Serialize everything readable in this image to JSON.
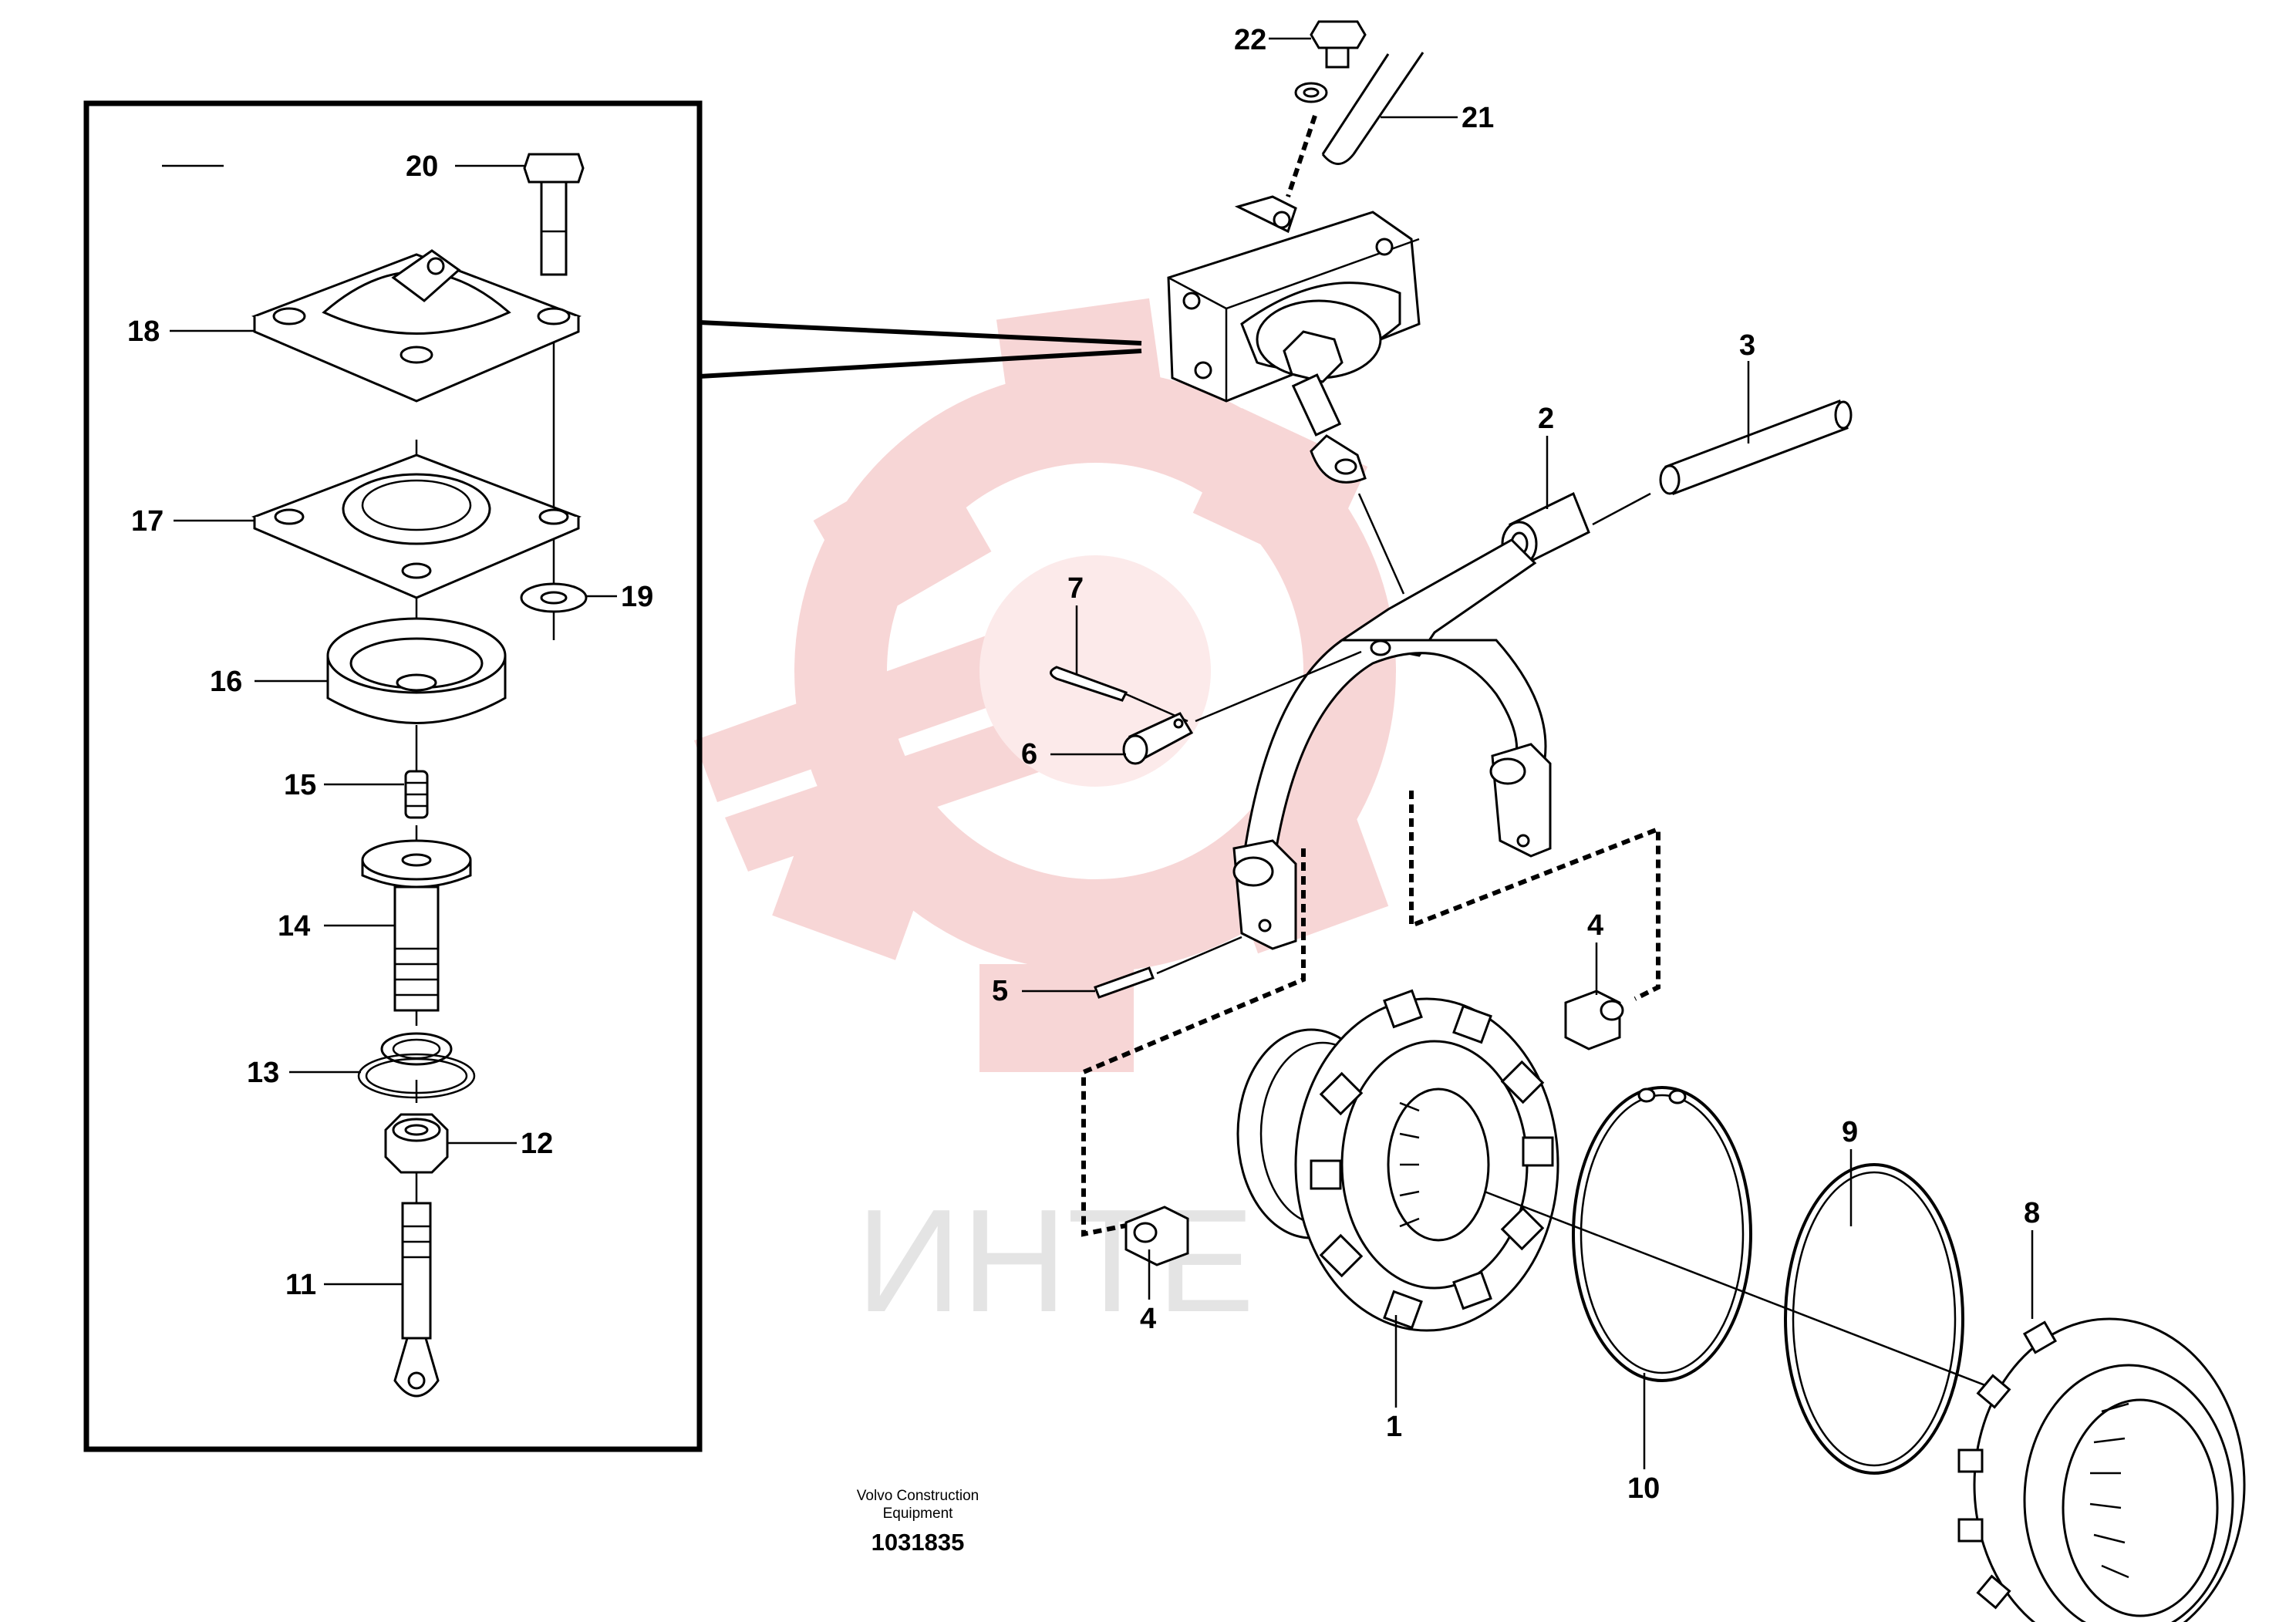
{
  "callouts": {
    "c1": "1",
    "c2": "2",
    "c3": "3",
    "c4a": "4",
    "c4b": "4",
    "c5": "5",
    "c6": "6",
    "c7": "7",
    "c8": "8",
    "c9": "9",
    "c10": "10",
    "c11": "11",
    "c12": "12",
    "c13": "13",
    "c14": "14",
    "c15": "15",
    "c16": "16",
    "c17": "17",
    "c18": "18",
    "c19": "19",
    "c20": "20",
    "c21": "21",
    "c22": "22"
  },
  "credit": {
    "line1": "Volvo Construction",
    "line2": "Equipment"
  },
  "document_number": "1031835",
  "watermark": {
    "text": "ИНТЕ",
    "color": "#f5c9c9"
  }
}
